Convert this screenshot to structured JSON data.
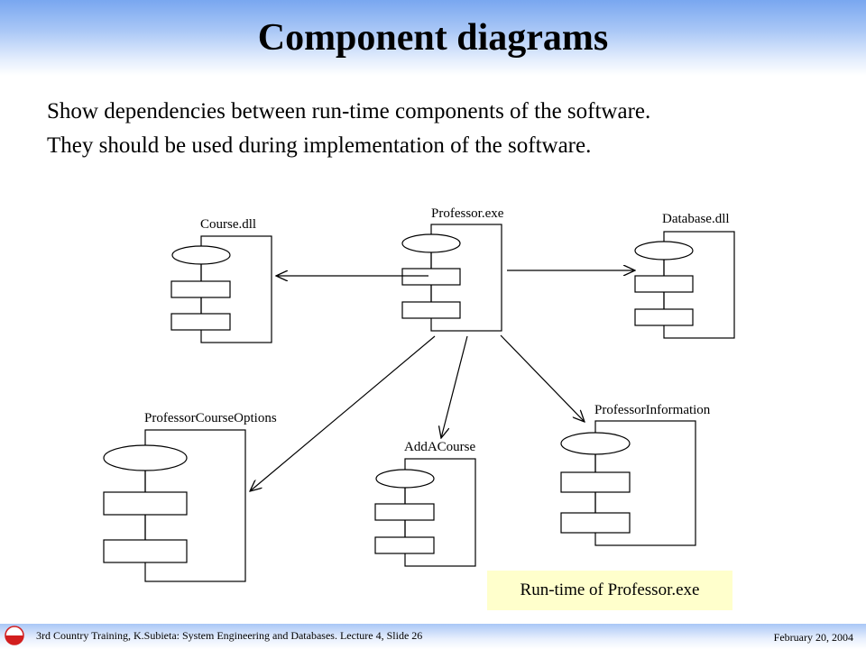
{
  "slide": {
    "title": "Component diagrams",
    "description": [
      "Show dependencies between run-time components of the software.",
      "They should be used during implementation of the software."
    ]
  },
  "diagram": {
    "components": [
      "Course.dll",
      "Professor.exe",
      "Database.dll",
      "ProfessorCourseOptions",
      "AddACourse",
      "ProfessorInformation"
    ],
    "dependencies": [
      {
        "from": "Professor.exe",
        "to": "Course.dll"
      },
      {
        "from": "Professor.exe",
        "to": "Database.dll"
      },
      {
        "from": "Professor.exe",
        "to": "ProfessorCourseOptions"
      },
      {
        "from": "Professor.exe",
        "to": "AddACourse"
      },
      {
        "from": "Professor.exe",
        "to": "ProfessorInformation"
      }
    ],
    "caption": "Run-time of Professor.exe"
  },
  "footer": {
    "left_text": "3rd Country Training, K.Subieta: System Engineering and Databases. Lecture 4, Slide 26",
    "right_text": "February 20, 2004"
  },
  "colors": {
    "header": "#79a7f0",
    "caption_background": "#ffffcc",
    "logo_red": "#d21e1e"
  }
}
